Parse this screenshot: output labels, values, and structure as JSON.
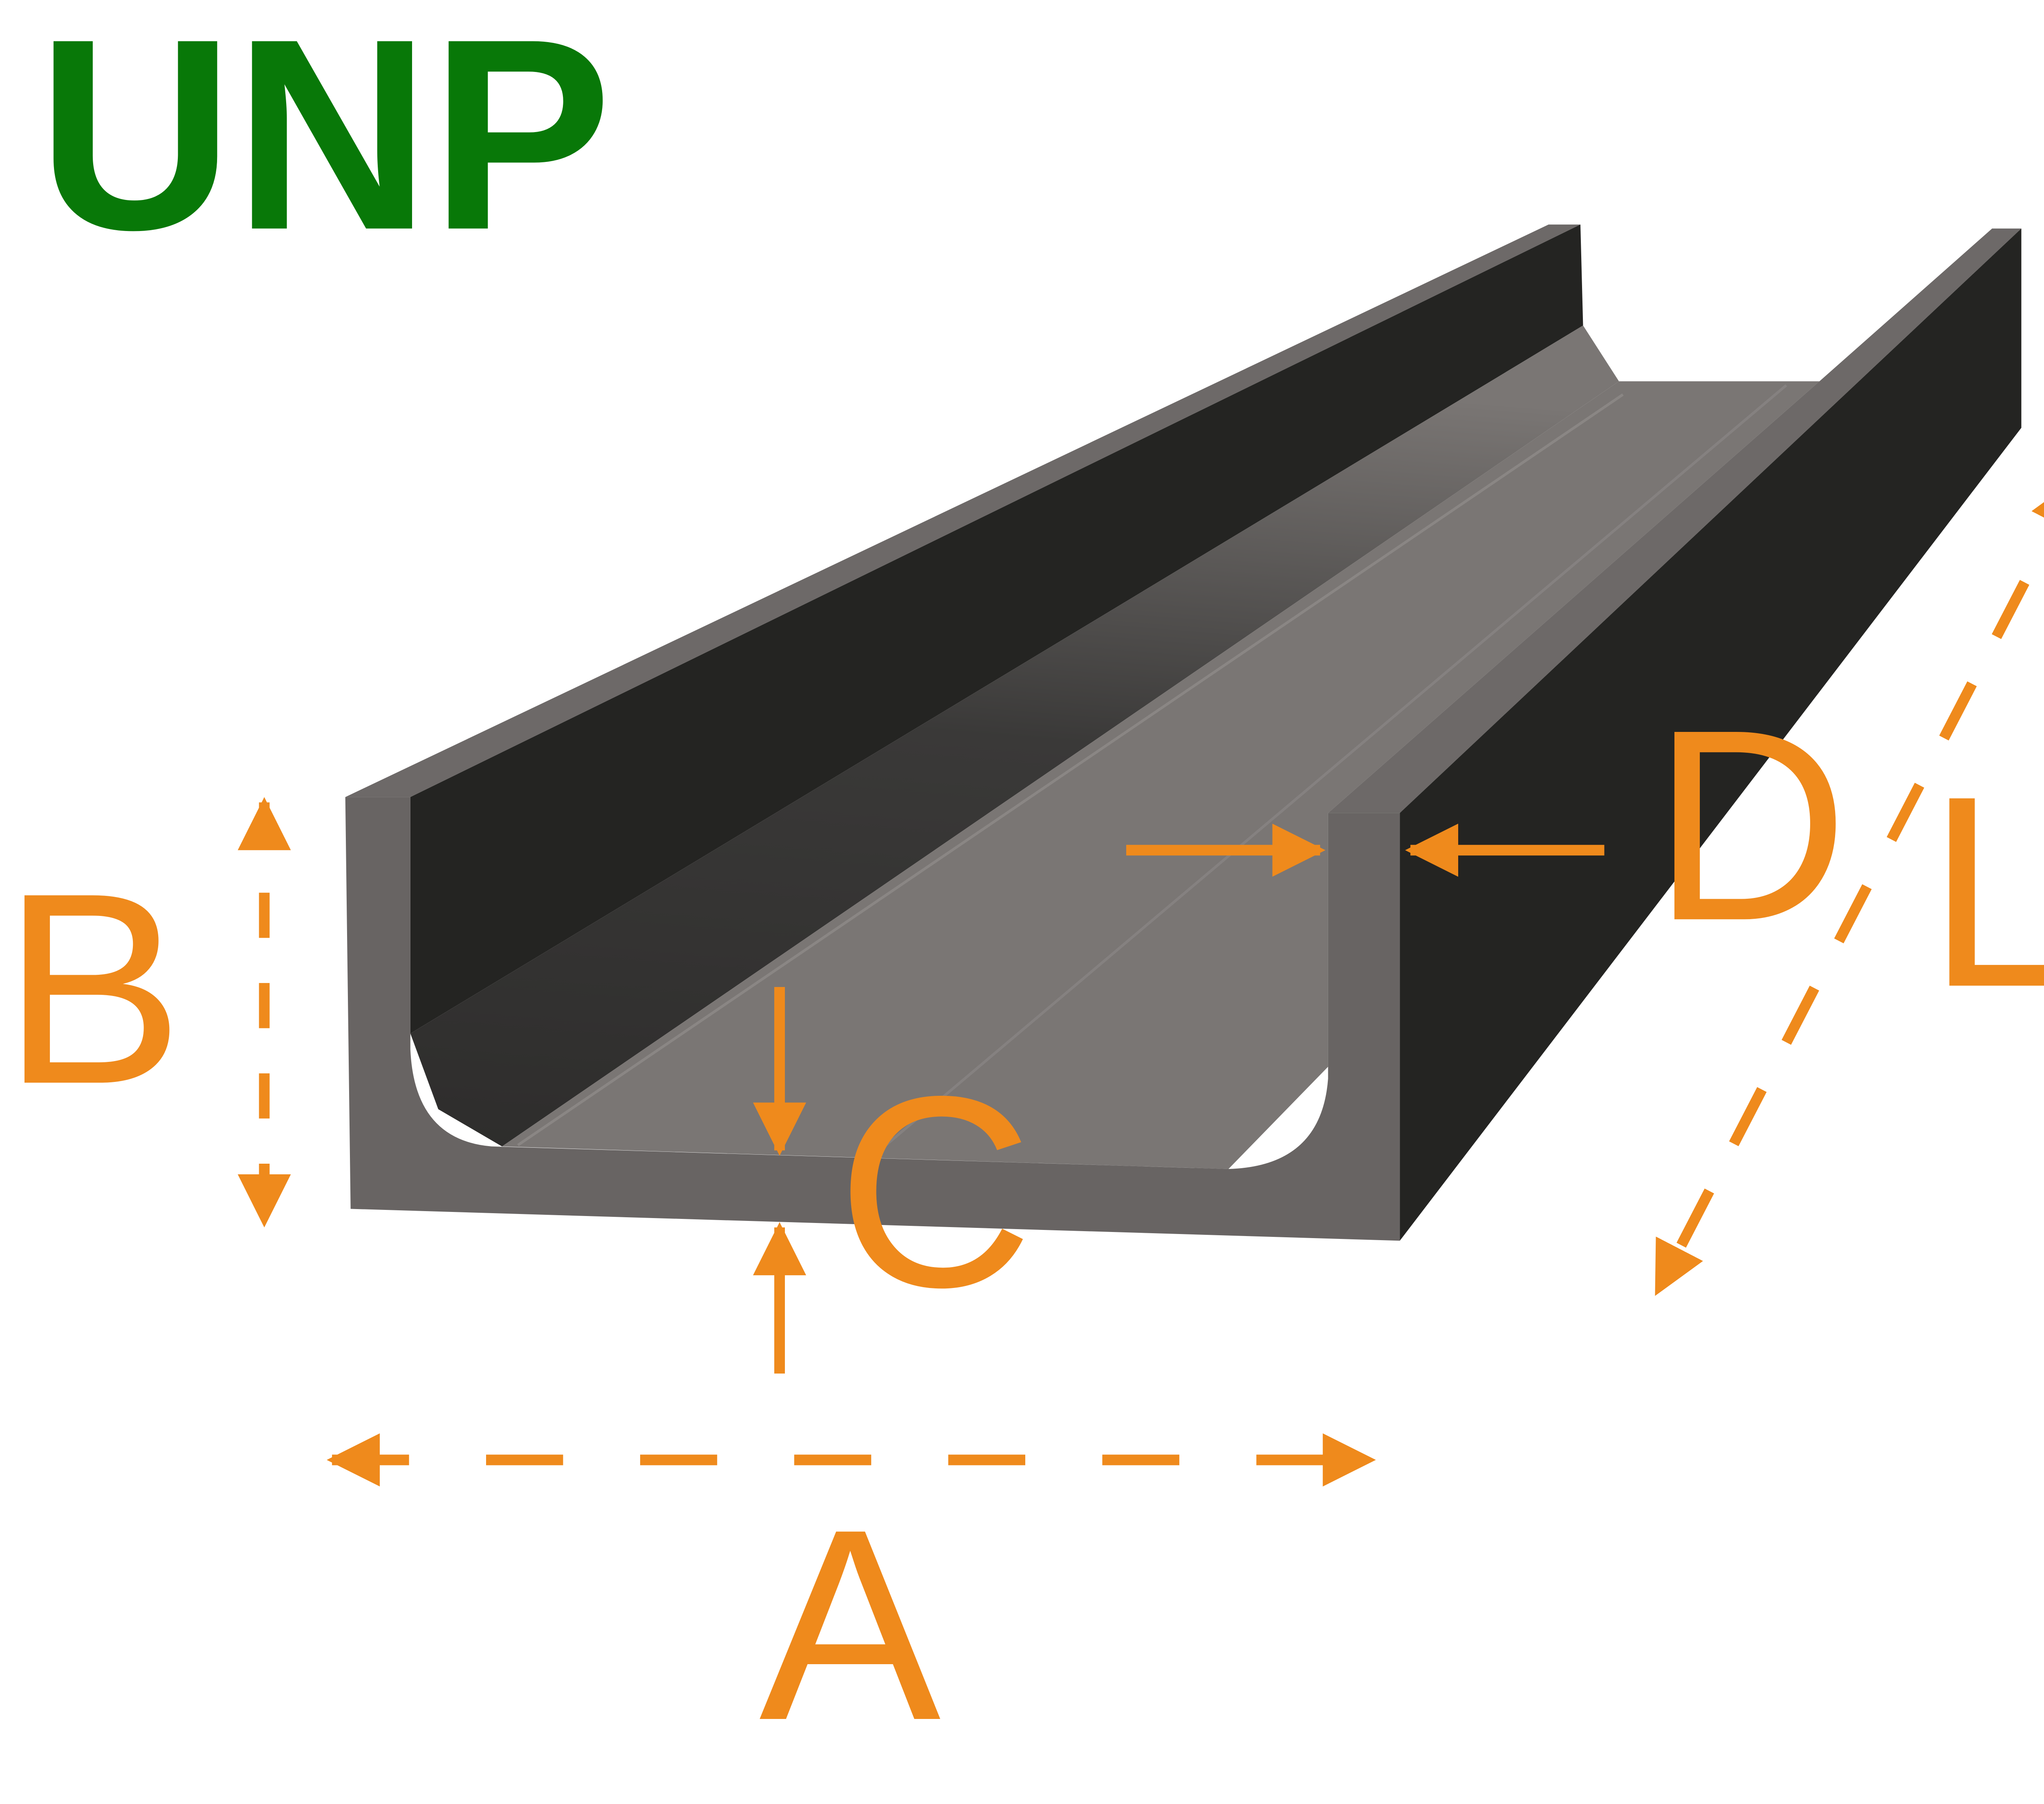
{
  "title": "UNP",
  "labels": {
    "a": "A",
    "b": "B",
    "c": "C",
    "d": "D",
    "l": "L"
  },
  "colors": {
    "title": "#087808",
    "dimension": "#ef8a1c",
    "steel_dark": "#242422",
    "steel_face": "#686463",
    "steel_web": "#7a7674",
    "steel_edge": "#5d5a59",
    "background": "#ffffff"
  }
}
